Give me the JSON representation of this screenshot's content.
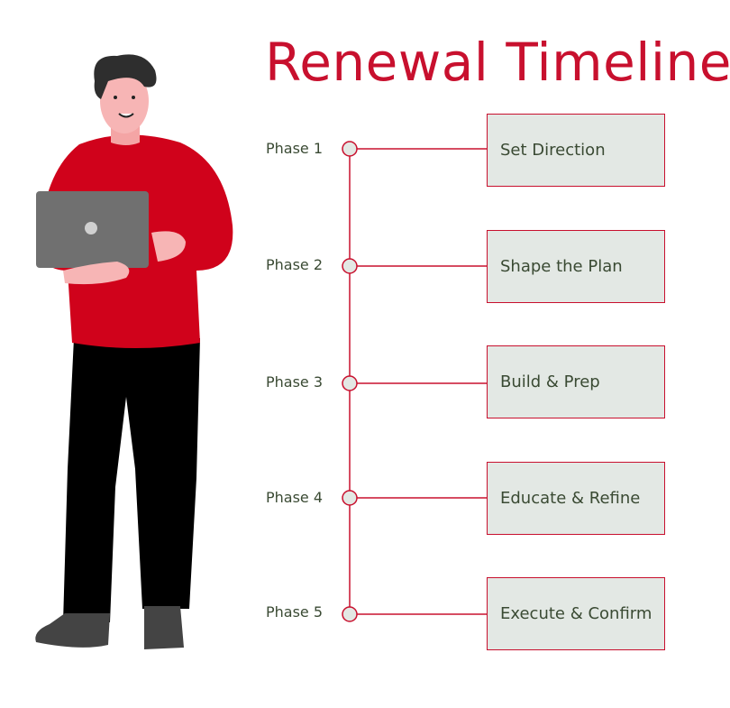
{
  "title": "Renewal Timeline",
  "colors": {
    "accent": "#c8102e",
    "box_fill": "#e3e8e4",
    "text": "#3a4a33"
  },
  "phases": [
    {
      "label": "Phase 1",
      "step": "Set Direction"
    },
    {
      "label": "Phase 2",
      "step": "Shape the Plan"
    },
    {
      "label": "Phase 3",
      "step": "Build & Prep"
    },
    {
      "label": "Phase 4",
      "step": "Educate & Refine"
    },
    {
      "label": "Phase 5",
      "step": "Execute & Confirm"
    }
  ]
}
